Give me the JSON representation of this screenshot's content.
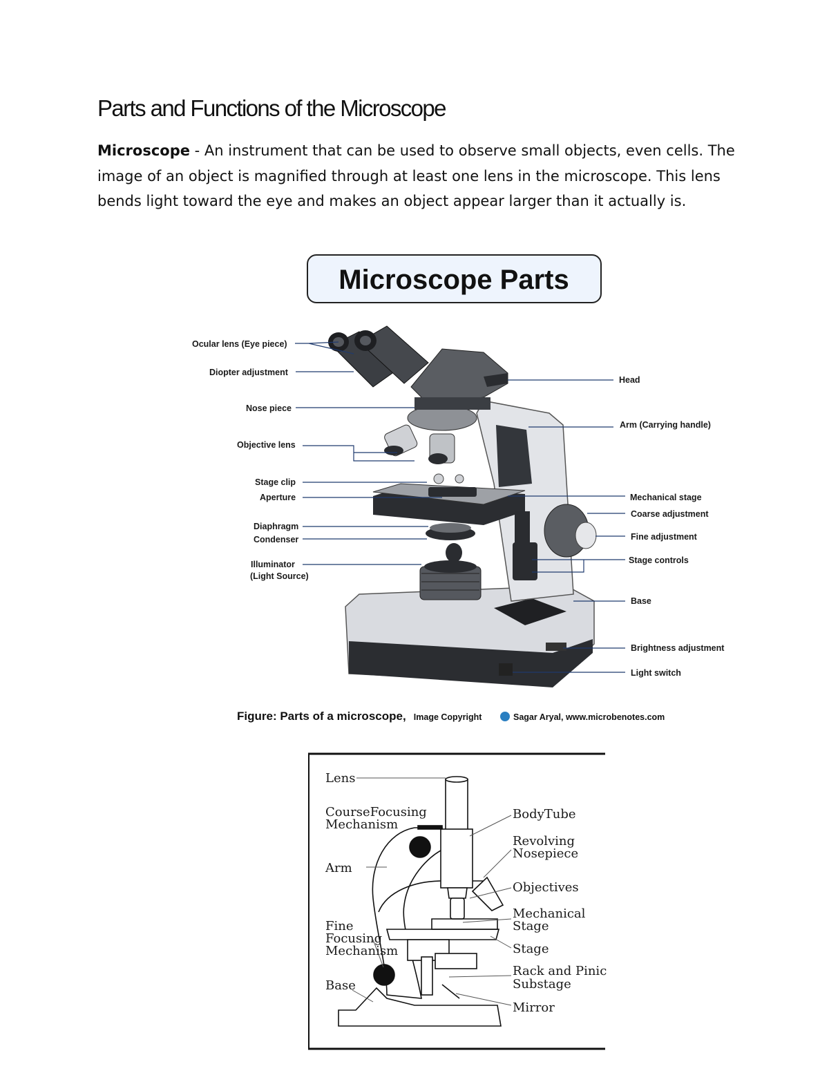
{
  "document": {
    "title": "Parts and Functions of the Microscope",
    "intro": {
      "term": "Microscope",
      "separator": " - ",
      "text": "An instrument that can be used to observe small objects, even cells. The image of an object is magnified through at least one lens in the microscope. This lens bends light toward the eye and makes an object appear larger than it actually is."
    }
  },
  "figure1": {
    "banner": "Microscope Parts",
    "labels": {
      "ocular": "Ocular lens (Eye piece)",
      "diopter": "Diopter adjustment",
      "nosepiece": "Nose piece",
      "objective": "Objective lens",
      "stage_clip": "Stage clip",
      "aperture": "Aperture",
      "diaphragm": "Diaphragm",
      "condenser": "Condenser",
      "illuminator": "Illuminator",
      "illuminator_sub": "(Light Source)",
      "head": "Head",
      "arm": "Arm (Carrying handle)",
      "mech_stage": "Mechanical stage",
      "coarse": "Coarse adjustment",
      "fine": "Fine adjustment",
      "stage_controls": "Stage controls",
      "base": "Base",
      "brightness": "Brightness adjustment",
      "light_switch": "Light switch"
    },
    "caption": {
      "bold": "Figure: Parts of a microscope,",
      "small": "Image Copyright",
      "credit": "Sagar Aryal, www.microbenotes.com"
    }
  },
  "figure2": {
    "labels": {
      "lens": "Lens",
      "coarse1": "CourseFocusing",
      "coarse2": "Mechanism",
      "arm": "Arm",
      "fine1": "Fine",
      "fine2": "Focusing",
      "fine3": "Mechanism",
      "base": "Base",
      "body_tube": "BodyTube",
      "nose1": "Revolving",
      "nose2": "Nosepiece",
      "objectives": "Objectives",
      "mech1": "Mechanical",
      "mech2": "Stage",
      "stage": "Stage",
      "rack1": "Rack and Pinic",
      "rack2": "Substage",
      "mirror": "Mirror"
    }
  }
}
